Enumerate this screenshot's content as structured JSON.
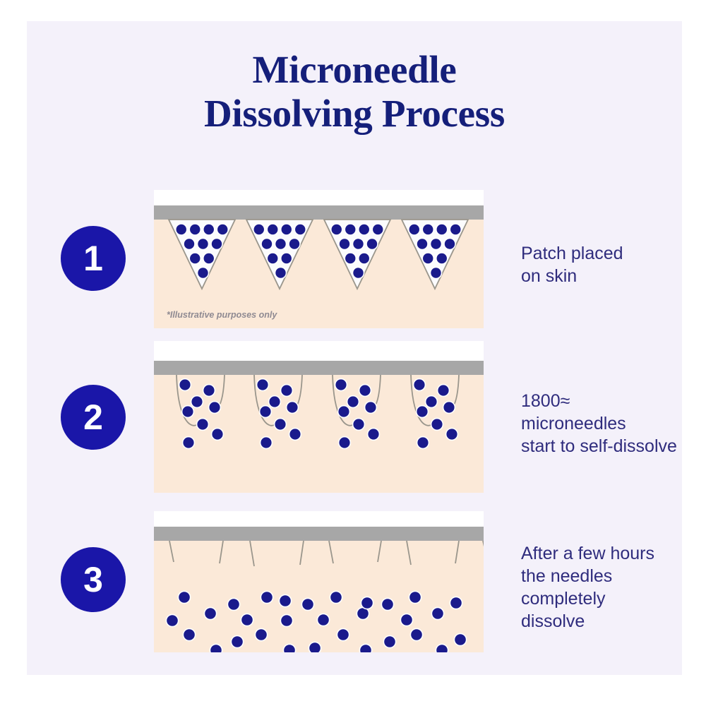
{
  "page": {
    "title_line_1": "Microneedle",
    "title_line_2": "Dissolving Process",
    "background_color": "#f4f1fa",
    "title_color": "#151f7a"
  },
  "colors": {
    "badge_fill": "#1a16a8",
    "badge_text": "#ffffff",
    "caption_text": "#2f2c7d",
    "patch_gray": "#a7a7a7",
    "skin_tone": "#fbe9d8",
    "dot_blue": "#1a1a8c",
    "needle_outline": "#9a968c",
    "needle_fill": "#fbfbfd",
    "footnote_gray": "#8f8a92"
  },
  "steps": [
    {
      "number": "1",
      "caption": "Patch placed\non skin",
      "footnote": "*Illustrative purposes only",
      "needle_state": "intact-triangles",
      "needle_count": 4,
      "dots_per_needle": 10
    },
    {
      "number": "2",
      "caption": "1800≈\nmicroneedles\nstart to self-dissolve",
      "footnote": "",
      "needle_state": "partially-dissolved",
      "needle_count": 4,
      "dots_per_needle": 8
    },
    {
      "number": "3",
      "caption": "After a few hours\nthe needles\ncompletely\ndissolve",
      "footnote": "",
      "needle_state": "fully-dissolved",
      "needle_stub_count": 9,
      "dispersed_dot_count": 34
    }
  ]
}
